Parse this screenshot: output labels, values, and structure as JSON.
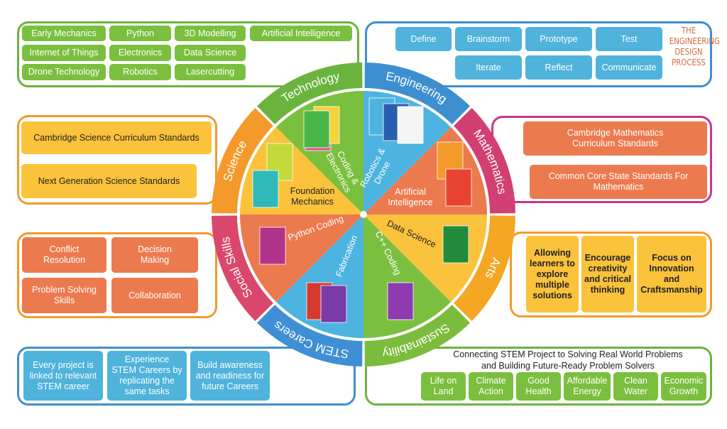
{
  "technology": {
    "items": [
      "Early Mechanics",
      "Python",
      "3D Modelling",
      "Artificial Intelligence",
      "Internet of Things",
      "Electronics",
      "Data Science",
      "Drone Technology",
      "Robotics",
      "Lasercutting"
    ]
  },
  "engineering": {
    "title": "THE\nENGINEERING\nDESIGN\nPROCESS",
    "steps": [
      "Define",
      "Brainstorm",
      "Prototype",
      "Test",
      "Iterate",
      "Reflect",
      "Communicate"
    ]
  },
  "science": {
    "items": [
      "Cambridge Science Curriculum Standards",
      "Next Generation Science Standards"
    ]
  },
  "mathematics": {
    "items": [
      "Cambridge Mathematics Curriculum Standards",
      "Common Core State Standards For Mathematics"
    ]
  },
  "social_skills": {
    "items": [
      "Conflict Resolution",
      "Decision Making",
      "Problem Solving Skills",
      "Collaboration"
    ]
  },
  "arts": {
    "items": [
      "Allowing learners to explore multiple solutions",
      "Encourage creativity and critical thinking",
      "Focus on Innovation and Craftsmanship"
    ]
  },
  "stem_careers": {
    "items": [
      "Every project is linked to relevant STEM career",
      "Experience STEM Careers by replicating the same tasks",
      "Build awareness and readiness for future Careers"
    ]
  },
  "sustainability": {
    "title": "Connecting STEM Project to Solving Real World Problems\nand Building Future-Ready Problem Solvers",
    "items": [
      "Life on Land",
      "Climate Action",
      "Good Health",
      "Affordable Energy",
      "Clean Water",
      "Economic Growth"
    ]
  },
  "wheel": {
    "ring": [
      {
        "label": "Engineering",
        "color": "#3d8fd0"
      },
      {
        "label": "Mathematics",
        "color": "#d23f72"
      },
      {
        "label": "Arts",
        "color": "#f5a623"
      },
      {
        "label": "Sustainability",
        "color": "#7cbc3c"
      },
      {
        "label": "STEM Careers",
        "color": "#3f8fd4"
      },
      {
        "label": "Social Skills",
        "color": "#d9486c"
      },
      {
        "label": "Science",
        "color": "#f39a2a"
      },
      {
        "label": "Technology",
        "color": "#6ab43e"
      }
    ],
    "sectors": [
      {
        "label": "Robotics & Drone",
        "color": "#4db3e0"
      },
      {
        "label": "Artificial Intelligence",
        "color": "#ec7a4f"
      },
      {
        "label": "Data Science",
        "color": "#fbc23c"
      },
      {
        "label": "C++ Coding",
        "color": "#7bbf3f"
      },
      {
        "label": "Fabrication",
        "color": "#4db3e0"
      },
      {
        "label": "Python Coding",
        "color": "#ec7a4f"
      },
      {
        "label": "Foundation Mechanics",
        "color": "#fbc23c"
      },
      {
        "label": "Coding & Electronics",
        "color": "#7bbf3f"
      }
    ]
  }
}
